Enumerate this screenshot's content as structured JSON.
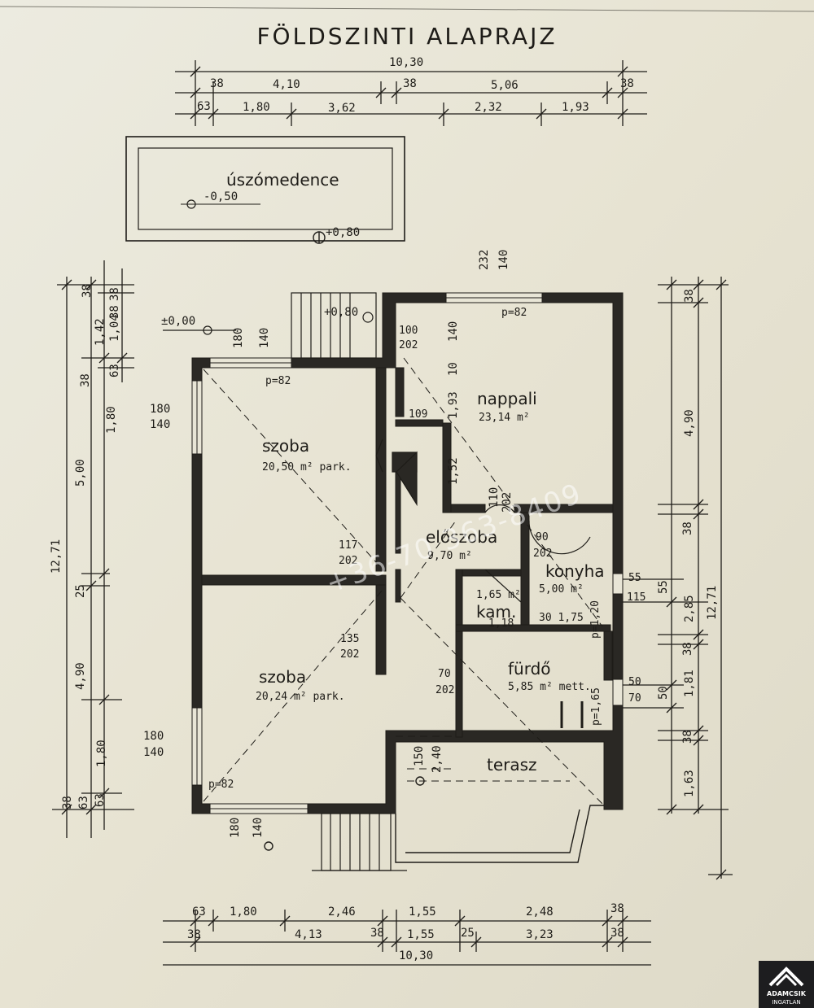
{
  "title": "FÖLDSZINTI ALAPRAJZ",
  "top_dims": {
    "overall": "10,30",
    "row1": [
      "38",
      "4,10",
      "38",
      "5,06",
      "38"
    ],
    "row2": [
      "63",
      "1,80",
      "3,62",
      "2,32",
      "1,93"
    ]
  },
  "pool": {
    "label": "úszómedence",
    "level_inner": "-0,50",
    "level_outer": "+0,80"
  },
  "levels": {
    "ground": "±0,00",
    "stair_top": "+0,80"
  },
  "rooms": [
    {
      "name": "szoba",
      "area": "20,50 m² park."
    },
    {
      "name": "nappali",
      "area": "23,14 m²"
    },
    {
      "name": "előszoba",
      "area": "9,70 m²"
    },
    {
      "name": "konyha",
      "area": "5,00 m²"
    },
    {
      "name": "kam.",
      "area": "1,65 m²"
    },
    {
      "name": "fürdő",
      "area": "5,85 m² mett."
    },
    {
      "name": "szoba",
      "area": "20,24 m² park."
    },
    {
      "name": "terasz",
      "area": ""
    }
  ],
  "openings": {
    "p82": "p=82",
    "w_180_140_a": [
      "180",
      "140"
    ],
    "w_180_140_b": [
      "180",
      "140"
    ],
    "w_180_140_c": [
      "180",
      "140"
    ],
    "door_100_202": [
      "100",
      "202"
    ],
    "door_117_202": [
      "117",
      "202"
    ],
    "door_135_202": [
      "135",
      "202"
    ],
    "door_110_202": [
      "110",
      "202"
    ],
    "door_90_202": [
      "90",
      "202"
    ],
    "door_70_202": [
      "70",
      "202"
    ],
    "win_55_115": [
      "55",
      "115"
    ],
    "win_50_70": [
      "50",
      "70"
    ],
    "p120": "p=1,20",
    "p165": "p=1,65",
    "v109": "109",
    "v193": "1,93",
    "v152": "1,52",
    "v118": "1,18",
    "v30_175": "30 1,75",
    "v150": "150",
    "v240": "2,40",
    "v140_top": "140",
    "v232": "232",
    "v180_140_vert": [
      "180",
      "140"
    ],
    "v10": "10"
  },
  "left_dims": {
    "overall": "12,71",
    "col_a": [
      "5,00",
      "25",
      "4,90",
      "38"
    ],
    "col_b": [
      "38",
      "1,42",
      "38",
      "1,80",
      "63"
    ],
    "col_c": [
      "1,04",
      "63",
      "1,80",
      "63"
    ],
    "col_small": [
      "38",
      "38"
    ]
  },
  "right_dims": {
    "overall": "12,71",
    "col_a": [
      "38",
      "4,90",
      "38",
      "2,85",
      "38",
      "1,81",
      "38",
      "1,63"
    ],
    "col_b": [
      "55",
      "50"
    ]
  },
  "bottom_dims": {
    "row1": [
      "63",
      "1,80",
      "2,46",
      "1,55",
      "2,48",
      "38"
    ],
    "row2": [
      "38",
      "4,13",
      "38",
      "1,55",
      "25",
      "3,23",
      "38"
    ],
    "overall": "10,30"
  },
  "watermark": "+36-70 363-8409",
  "logo": {
    "name": "ADAMCSIK",
    "sub": "INGATLAN"
  }
}
